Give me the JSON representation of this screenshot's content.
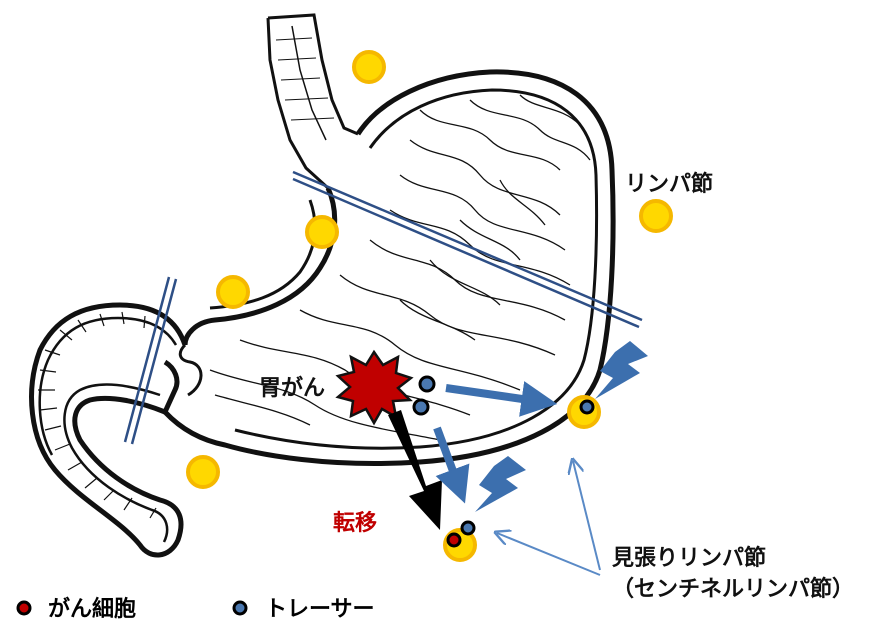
{
  "labels": {
    "lymph_node": "リンパ節",
    "gastric_cancer": "胃がん",
    "metastasis": "転移",
    "sentinel_line1": "見張りリンパ節",
    "sentinel_line2": "（センチネルリンパ節）"
  },
  "legend": {
    "cancer_cell": "がん細胞",
    "tracer": "トレーサー"
  },
  "colors": {
    "lymph_node_fill": "#ffd800",
    "lymph_node_stroke": "#f5b800",
    "cancer_red": "#c00000",
    "tracer_blue": "#4a78b0",
    "arrow_blue": "#3c6fae",
    "cut_line": "#2e4f86",
    "metastasis_text": "#c00000",
    "outline": "#111111"
  },
  "icons": [
    "lightning-icon",
    "cancer-burst-icon"
  ]
}
